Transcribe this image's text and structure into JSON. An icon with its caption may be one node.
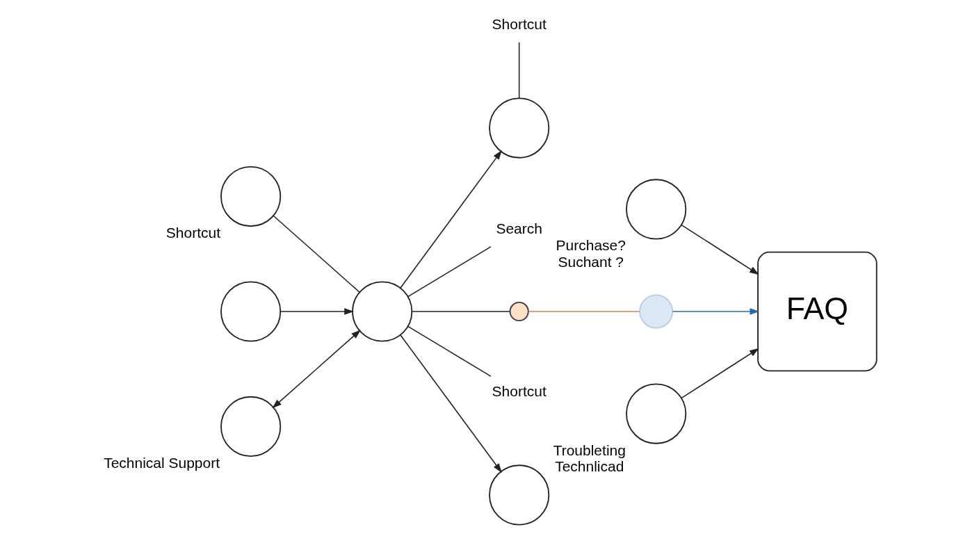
{
  "diagram": {
    "nodes": [
      {
        "text": [
          "Shortcut"
        ]
      },
      {
        "text": [],
        "shape": "circle",
        "beside": [
          "Shortcut"
        ]
      },
      {
        "text": [],
        "shape": "circle"
      },
      {
        "text": [],
        "shape": "circle"
      },
      {
        "text": [],
        "shape": "circle",
        "beside": [
          "Purchase?",
          "Suchant ?"
        ]
      },
      {
        "text": [
          "FAQ"
        ]
      },
      {
        "text": [],
        "shape": "circle"
      },
      {
        "text": [
          "Search"
        ]
      },
      {
        "text": [],
        "shape": "circle"
      },
      {
        "text": [],
        "shape": "circle"
      },
      {
        "text": [
          "Shortcut"
        ]
      },
      {
        "text": [],
        "shape": "circle",
        "beside": [
          "Technical Support"
        ]
      },
      {
        "text": [],
        "shape": "circle"
      },
      {
        "text": [],
        "shape": "circle",
        "beside": [
          "Troubleting",
          "Technlicad"
        ]
      }
    ],
    "edges": [
      {
        "from": 0,
        "to": 3,
        "arrow": "none"
      },
      {
        "from": 1,
        "to": 6,
        "arrow": "none"
      },
      {
        "from": 2,
        "to": 6,
        "arrow": "to"
      },
      {
        "from": 6,
        "to": 3,
        "arrow": "to"
      },
      {
        "from": 4,
        "to": 5,
        "arrow": "to"
      },
      {
        "from": 6,
        "to": 7,
        "arrow": "none"
      },
      {
        "from": 6,
        "to": 8,
        "arrow": "none"
      },
      {
        "from": 8,
        "to": 9,
        "arrow": "none",
        "color": "#e07b45"
      },
      {
        "from": 9,
        "to": 5,
        "arrow": "to",
        "color": "#2a64b8"
      },
      {
        "from": 6,
        "to": 10,
        "arrow": "none"
      },
      {
        "from": 11,
        "to": 6,
        "arrow": "both"
      },
      {
        "from": 6,
        "to": 12,
        "arrow": "to"
      },
      {
        "from": 13,
        "to": 5,
        "arrow": "to"
      }
    ]
  }
}
